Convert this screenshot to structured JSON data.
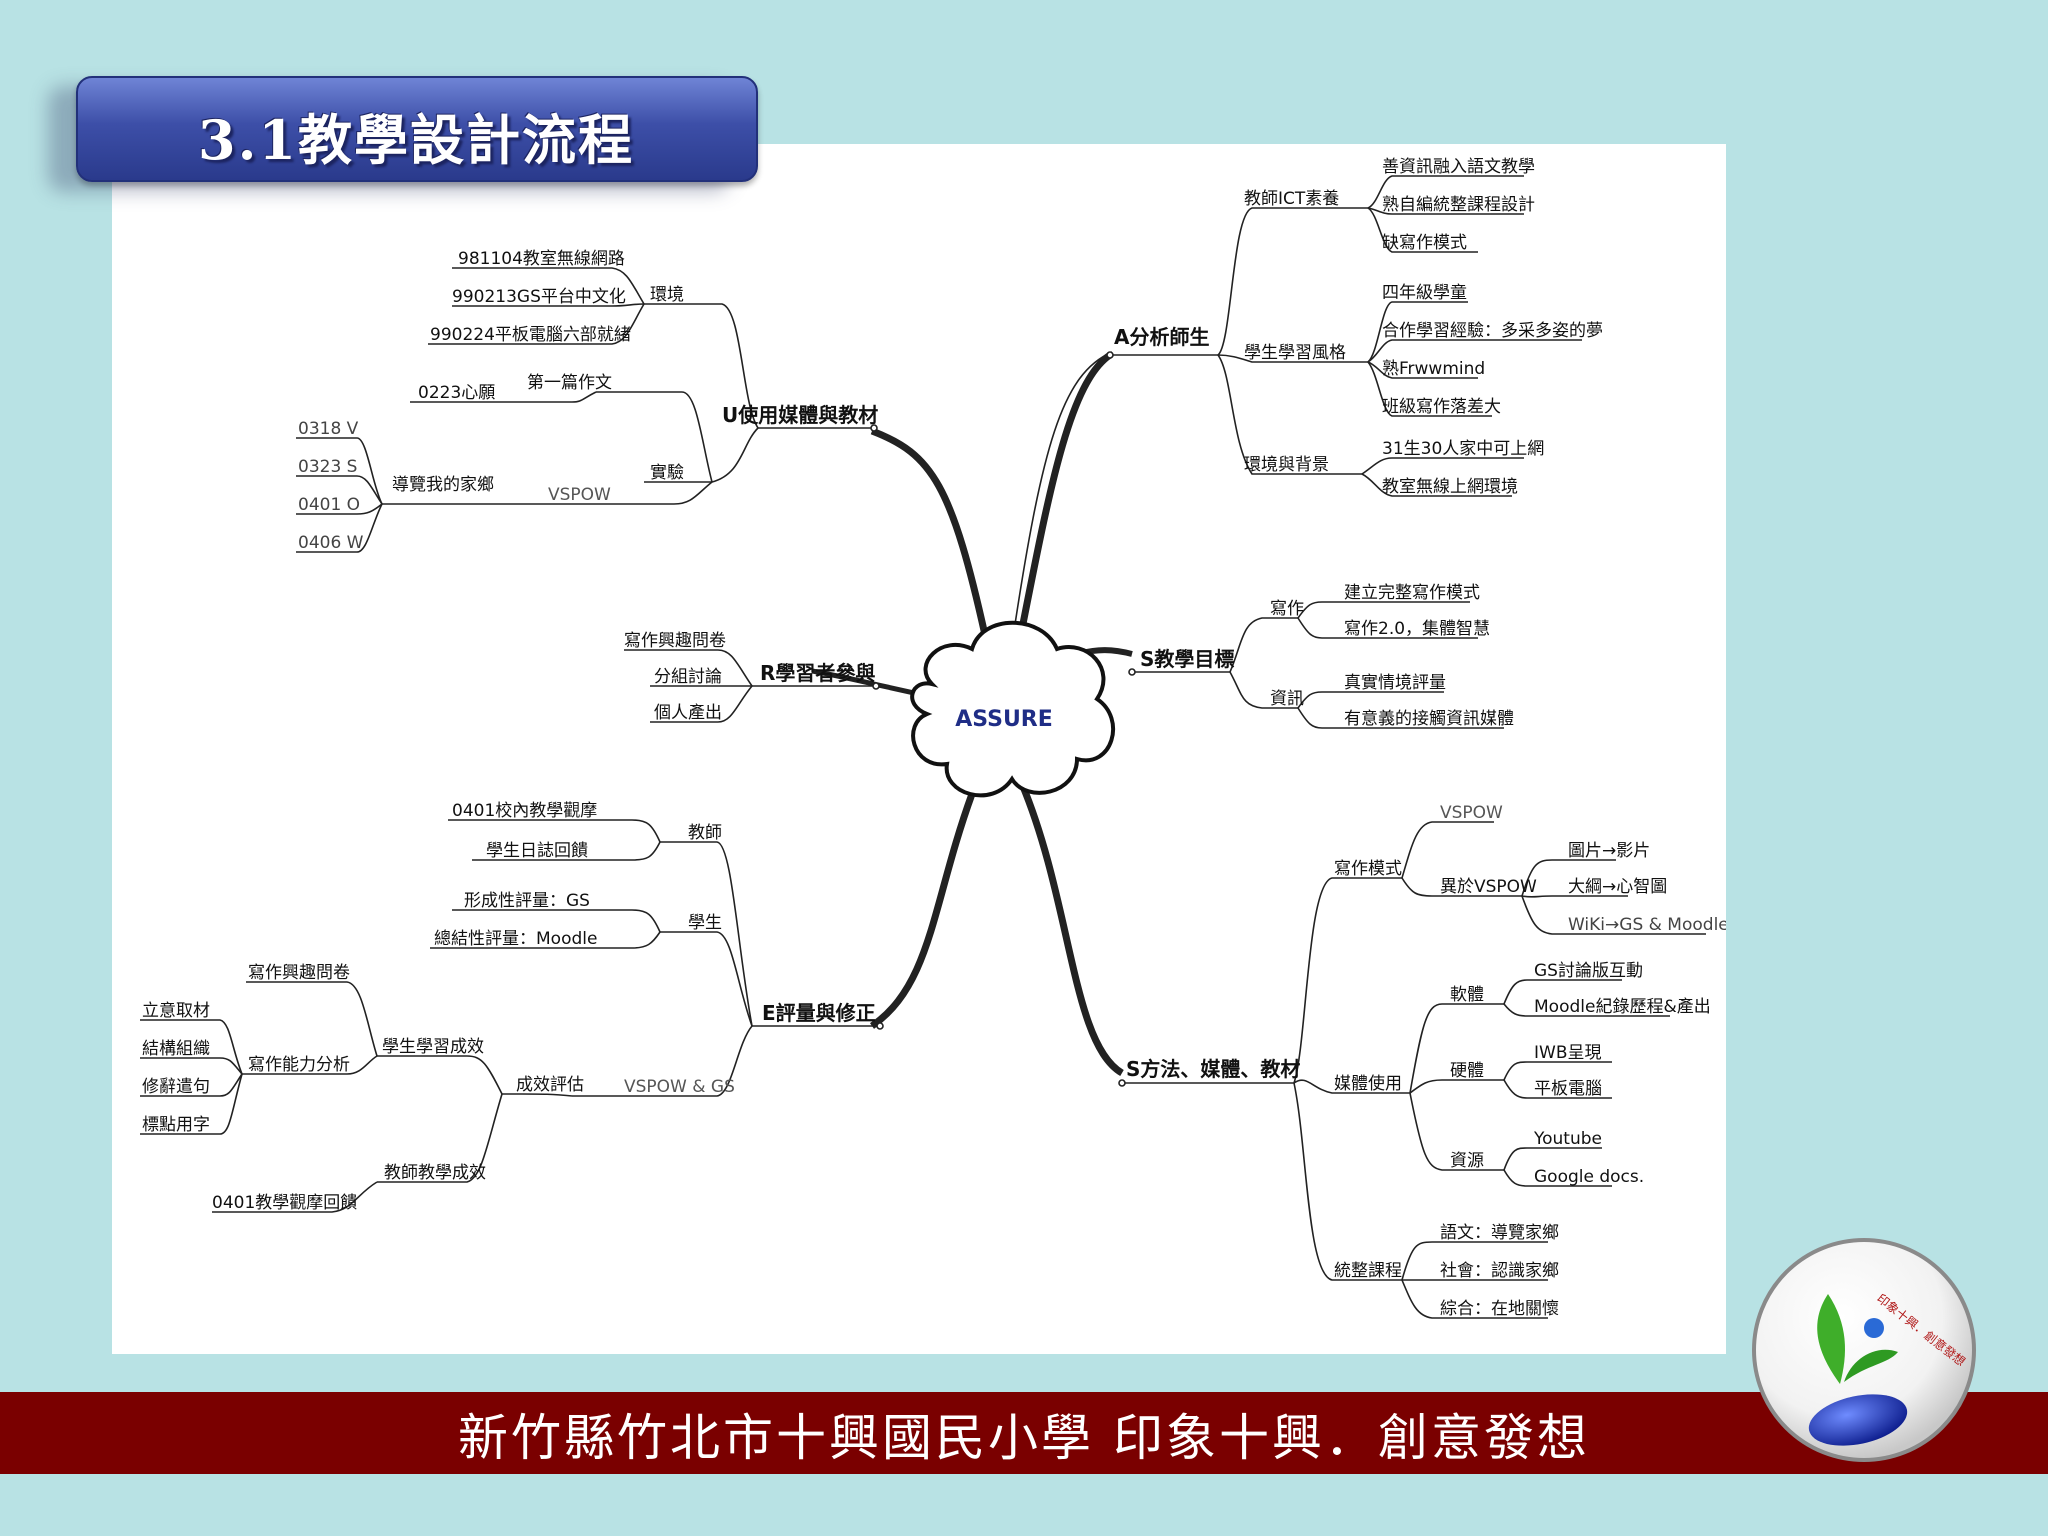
{
  "title": "3.1教學設計流程",
  "footer": "新竹縣竹北市十興國民小學  印象十興．創意發想",
  "logo": {
    "text": "印象十興．創意發想",
    "icon": "sprout-mouse-logo"
  },
  "mindmap": {
    "center": "ASSURE",
    "branches": {
      "A": {
        "label": "A分析師生",
        "children": [
          {
            "label": "教師ICT素養",
            "items": [
              "善資訊融入語文教學",
              "熟自編統整課程設計",
              "缺寫作模式"
            ]
          },
          {
            "label": "學生學習風格",
            "items": [
              "四年級學童",
              "合作學習經驗：多采多姿的夢",
              "熟Frwwmind",
              "班級寫作落差大"
            ]
          },
          {
            "label": "環境與背景",
            "items": [
              "31生30人家中可上網",
              "教室無線上網環境"
            ]
          }
        ]
      },
      "S1": {
        "label": "S教學目標",
        "children": [
          {
            "label": "寫作",
            "items": [
              "建立完整寫作模式",
              "寫作2.0，集體智慧"
            ]
          },
          {
            "label": "資訊",
            "items": [
              "真實情境評量",
              "有意義的接觸資訊媒體"
            ]
          }
        ]
      },
      "S2": {
        "label": "S方法、媒體、教材",
        "children": [
          {
            "label": "寫作模式",
            "vspow": "VSPOW",
            "diff": "異於VSPOW",
            "items": [
              "圖片→影片",
              "大綱→心智圖",
              "WiKi→GS & Moodle"
            ]
          },
          {
            "label": "媒體使用",
            "groups": [
              {
                "label": "軟體",
                "items": [
                  "GS討論版互動",
                  "Moodle紀錄歷程&產出"
                ]
              },
              {
                "label": "硬體",
                "items": [
                  "IWB呈現",
                  "平板電腦"
                ]
              },
              {
                "label": "資源",
                "items": [
                  "Youtube",
                  "Google docs."
                ]
              }
            ]
          },
          {
            "label": "統整課程",
            "items": [
              "語文：導覽家鄉",
              "社會：認識家鄉",
              "綜合：在地關懷"
            ]
          }
        ]
      },
      "U": {
        "label": "U使用媒體與教材",
        "env": {
          "label": "環境",
          "items": [
            "981104教室無線網路",
            "990213GS平台中文化",
            "990224平板電腦六部就緒"
          ]
        },
        "exp": {
          "label": "實驗",
          "first": "第一篇作文",
          "first_item": "0223心願",
          "vspow": "VSPOW",
          "tour": "導覽我的家鄉",
          "tour_items": [
            "0318 V",
            "0323 S",
            "0401 O",
            "0406 W"
          ]
        }
      },
      "R": {
        "label": "R學習者參與",
        "items": [
          "寫作興趣問卷",
          "分組討論",
          "個人產出"
        ]
      },
      "E": {
        "label": "E評量與修正",
        "teacher": {
          "label": "教師",
          "items": [
            "0401校內教學觀摩",
            "學生日誌回饋"
          ]
        },
        "student": {
          "label": "學生",
          "items": [
            "形成性評量：GS",
            "總結性評量：Moodle"
          ]
        },
        "eval": {
          "vspow": "VSPOW & GS",
          "label": "成效評估",
          "learning": "學生學習成效",
          "survey": "寫作興趣問卷",
          "ability": "寫作能力分析",
          "ability_items": [
            "立意取材",
            "結構組織",
            "修辭遣句",
            "標點用字"
          ],
          "teaching": "教師教學成效",
          "teaching_item": "0401教學觀摩回饋"
        }
      }
    }
  }
}
